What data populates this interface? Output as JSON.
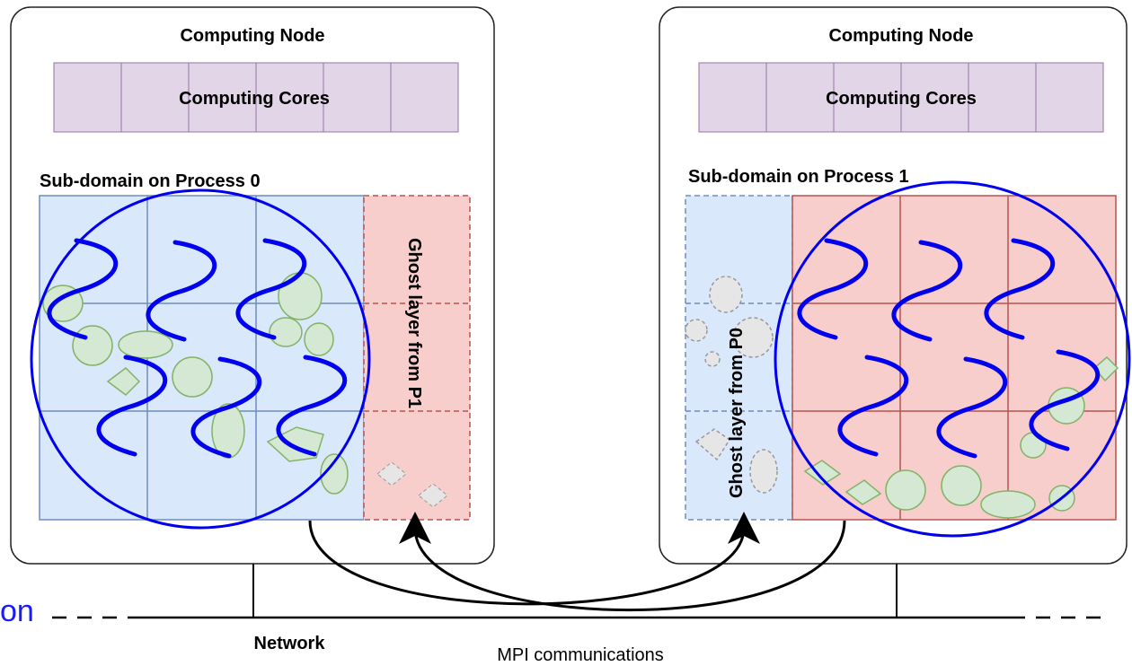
{
  "nodes": [
    {
      "title": "Computing Node",
      "cores_label": "Computing Cores",
      "subdomain_label": "Sub-domain on Process 0",
      "ghost_label": "Ghost layer from P1"
    },
    {
      "title": "Computing Node",
      "cores_label": "Computing Cores",
      "subdomain_label": "Sub-domain on Process 1",
      "ghost_label": "Ghost layer from P0"
    }
  ],
  "network_label": "Network",
  "mpi_label": "MPI communications",
  "left_edge_text": "on",
  "colors": {
    "core": "#e1d5e7",
    "core_stroke": "#9673a6",
    "domain_blue": "#dae8fc",
    "domain_blue_stroke": "#6c8ebf",
    "domain_red": "#f8cecc",
    "domain_red_stroke": "#b85450",
    "particle": "#d5e8d4",
    "particle_stroke": "#82b366",
    "ghost_particle": "#e6e6e6",
    "ghost_particle_stroke": "#999999",
    "thread": "#0000ee"
  }
}
